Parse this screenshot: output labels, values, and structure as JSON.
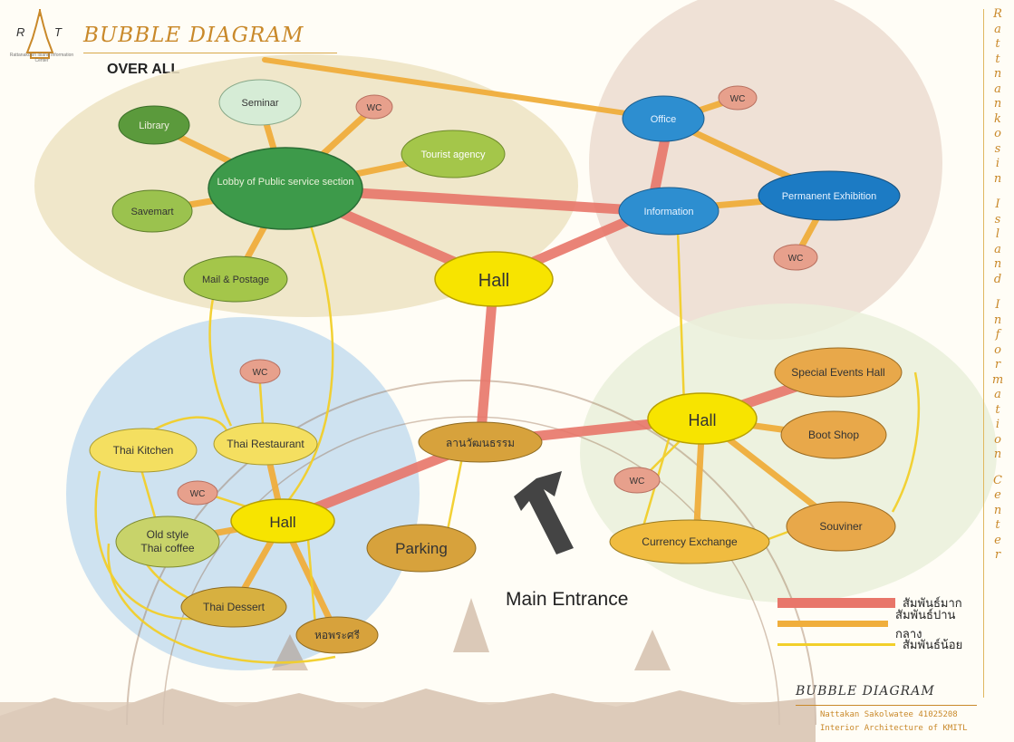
{
  "header": {
    "logo_letters": [
      "R",
      "T"
    ],
    "logo_caption": "Rattanakosin Island Information Center",
    "title": "BUBBLE DIAGRAM",
    "subtitle": "OVER ALL"
  },
  "side_text": [
    "R",
    "a",
    "t",
    "t",
    "n",
    "a",
    "n",
    "k",
    "o",
    "s",
    "i",
    "n",
    "",
    "I",
    "s",
    "l",
    "a",
    "n",
    "d",
    "",
    "I",
    "n",
    "f",
    "o",
    "r",
    "m",
    "a",
    "t",
    "i",
    "o",
    "n",
    "",
    "C",
    "e",
    "n",
    "t",
    "e",
    "r"
  ],
  "colors": {
    "strong": "#e8766a",
    "medium": "#f0ae3c",
    "weak": "#f2cf2a",
    "zone_public": "#ede3c2",
    "zone_office": "#ecdcd0",
    "zone_food": "#c9dff0",
    "zone_shop": "#eaf0da"
  },
  "nodes": {
    "lobby": "Lobby of Public service section",
    "library": "Library",
    "seminar": "Seminar",
    "wc_lobby": "WC",
    "tourist": "Tourist agency",
    "savemart": "Savemart",
    "mail": "Mail & Postage",
    "office": "Office",
    "wc_office": "WC",
    "information": "Information",
    "exhibition": "Permanent Exhibition",
    "wc_exhibit": "WC",
    "hall_main": "Hall",
    "lan": "ลานวัฒนธรรม",
    "hall_right": "Hall",
    "special": "Special Events Hall",
    "boot": "Boot Shop",
    "wc_right": "WC",
    "souviner": "Souviner",
    "currency": "Currency Exchange",
    "hall_left": "Hall",
    "wc_food_top": "WC",
    "thai_restaurant": "Thai Restaurant",
    "thai_kitchen": "Thai Kitchen",
    "wc_food": "WC",
    "old_style_line1": "Old style",
    "old_style_line2": "Thai coffee",
    "thai_dessert": "Thai Dessert",
    "hor_phra": "หอพระศรี",
    "parking": "Parking"
  },
  "main_entrance": "Main Entrance",
  "legend": [
    {
      "label": "สัมพันธ์มาก",
      "level": "strong"
    },
    {
      "label": "สัมพันธ์ปานกลาง",
      "level": "medium"
    },
    {
      "label": "สัมพันธ์น้อย",
      "level": "weak"
    }
  ],
  "footer": {
    "title": "BUBBLE DIAGRAM",
    "credit_line1": "Nattakan Sakolwatee 41025208",
    "credit_line2": "Interior Architecture of KMITL"
  }
}
